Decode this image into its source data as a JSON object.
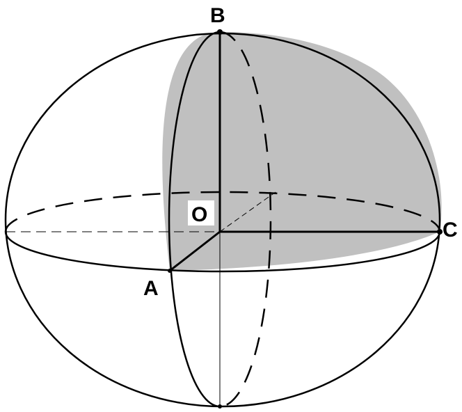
{
  "diagram": {
    "points": {
      "A": "A",
      "B": "B",
      "C": "C",
      "O": "O"
    },
    "colors": {
      "shaded_region": "#c0c0c0",
      "line": "#000000",
      "background": "#ffffff"
    }
  }
}
